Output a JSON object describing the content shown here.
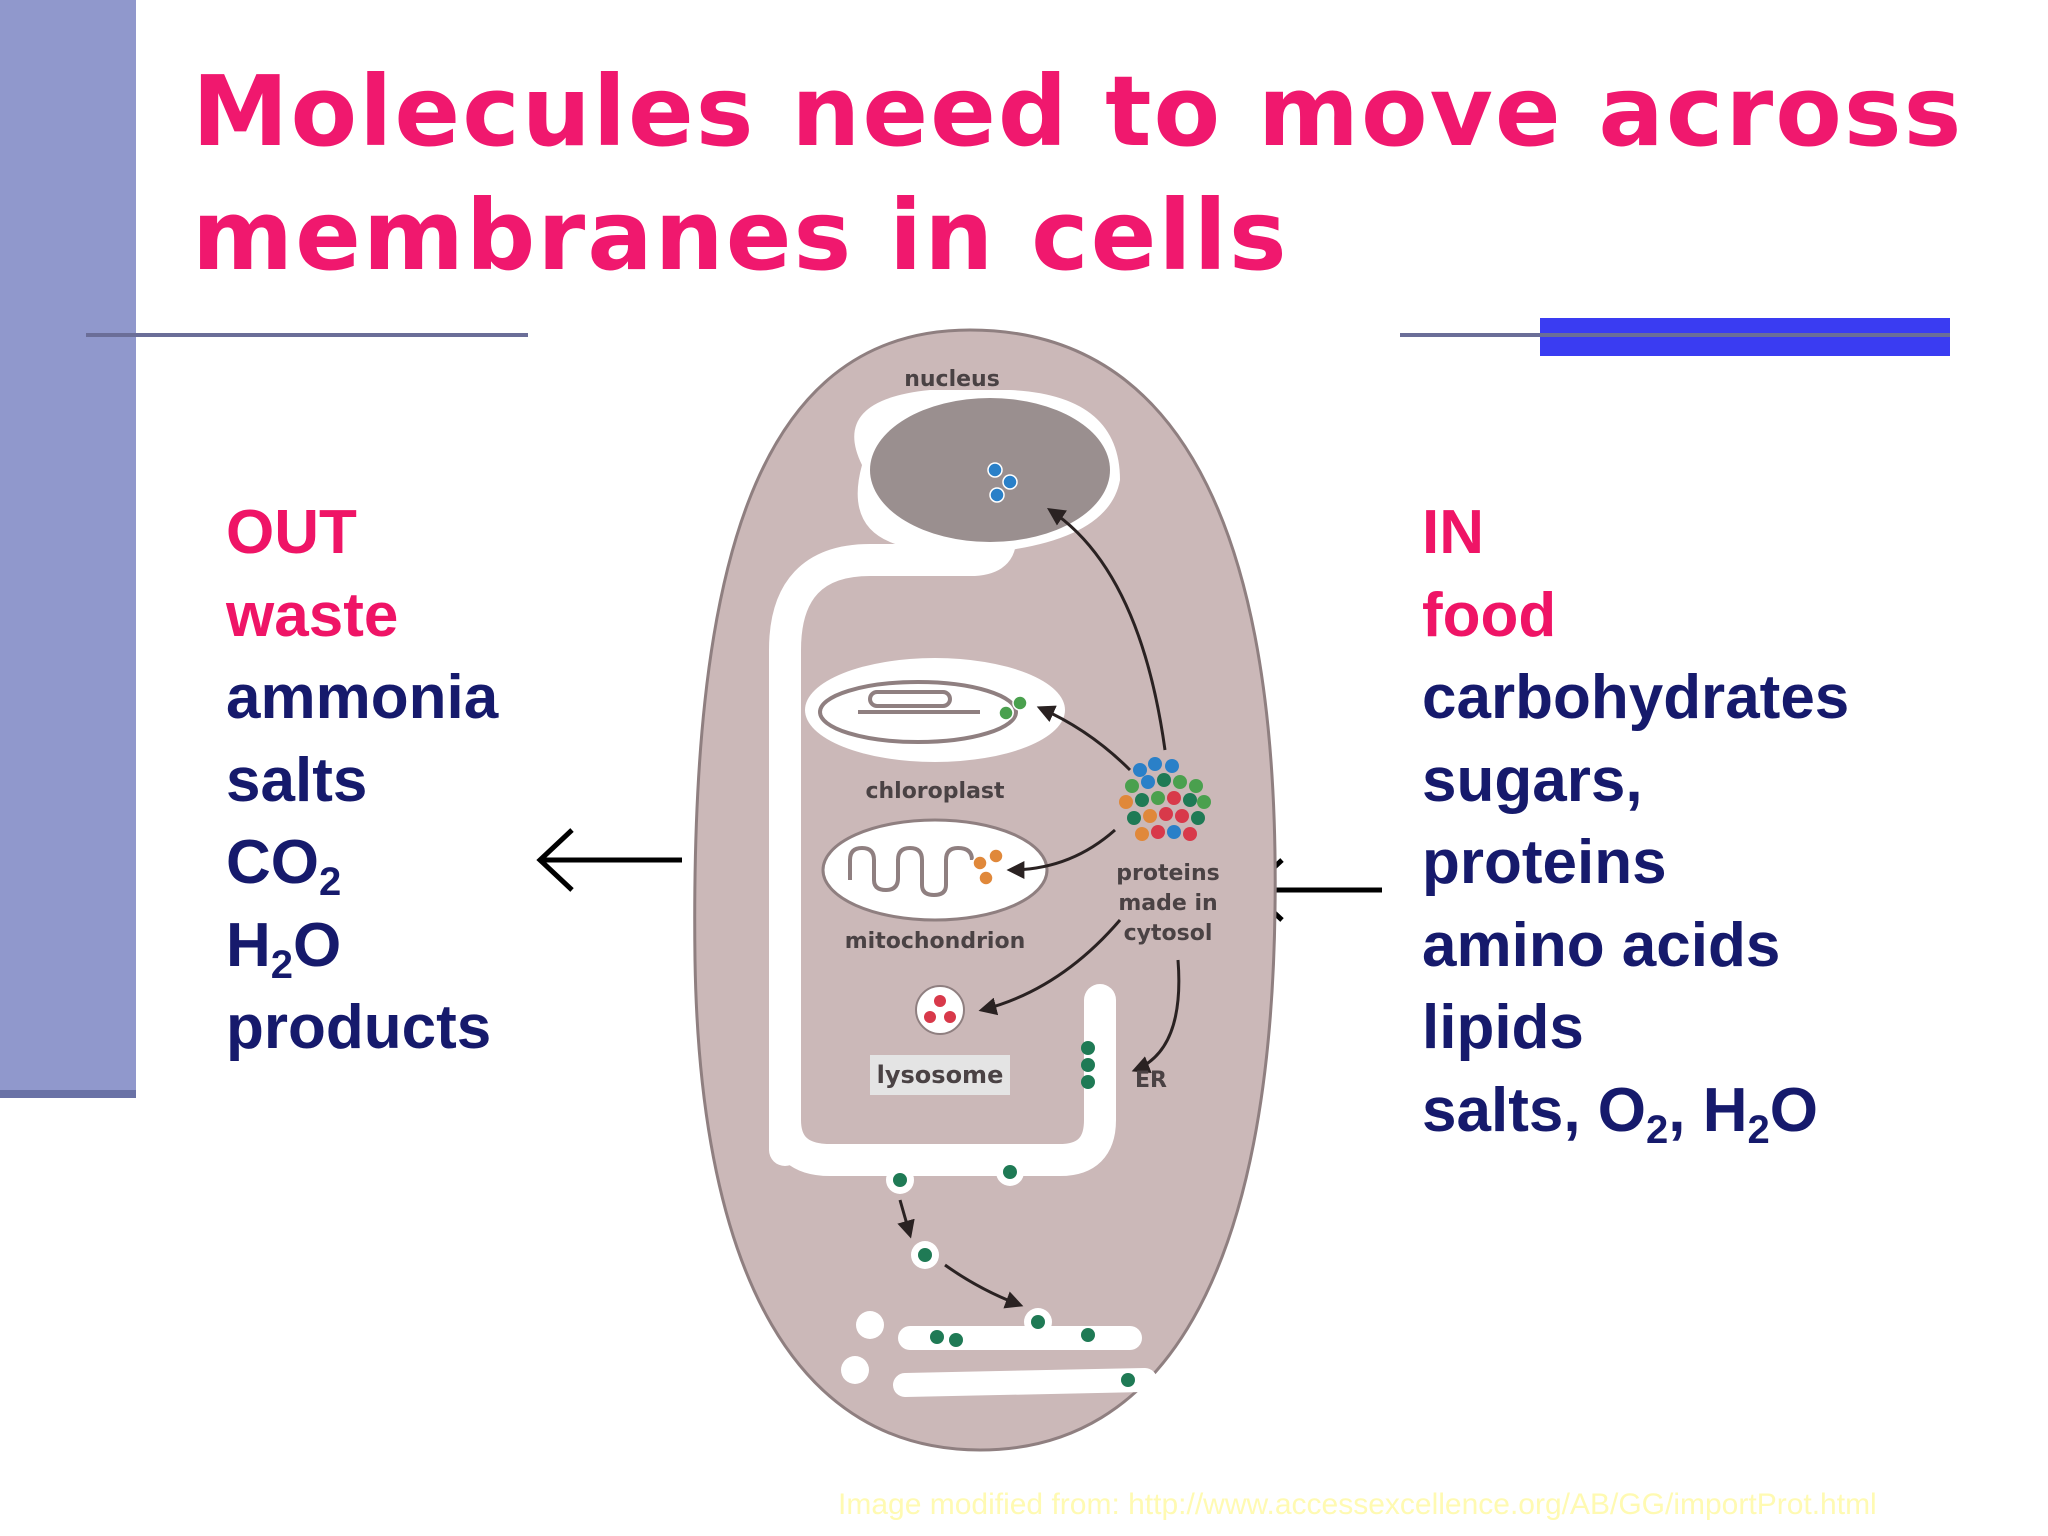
{
  "slide": {
    "title_line1": "Molecules need to move across",
    "title_line2": "membranes in cells",
    "accent_colors": {
      "title": "#f0186e",
      "list_text": "#161a6c",
      "left_bar": "#9098cc",
      "blue_block": "#3a3cf2"
    }
  },
  "out_list": {
    "heading": "OUT",
    "category": "waste",
    "items": [
      {
        "text": "ammonia"
      },
      {
        "text": "salts"
      },
      {
        "prefix": "CO",
        "sub": "2",
        "suffix": ""
      },
      {
        "prefix": "H",
        "sub": "2",
        "suffix": "O"
      },
      {
        "text": "products"
      }
    ]
  },
  "in_list": {
    "heading": "IN",
    "category": "food",
    "items": [
      {
        "text": "carbohydrates"
      },
      {
        "text": "sugars,"
      },
      {
        "text": "proteins"
      },
      {
        "text": "amino acids"
      },
      {
        "text": "lipids"
      },
      {
        "p1": "salts, O",
        "s1": "2",
        "p2": ", H",
        "s2": "2",
        "p3": "O"
      }
    ]
  },
  "diagram": {
    "labels": {
      "nucleus": "nucleus",
      "chloroplast": "chloroplast",
      "mitochondrion": "mitochondrion",
      "proteins_line1": "proteins",
      "proteins_line2": "made in",
      "proteins_line3": "cytosol",
      "lysosome": "lysosome",
      "er": "ER"
    }
  },
  "caption": "Image modified from: http://www.accessexcellence.org/AB/GG/importProt.html"
}
